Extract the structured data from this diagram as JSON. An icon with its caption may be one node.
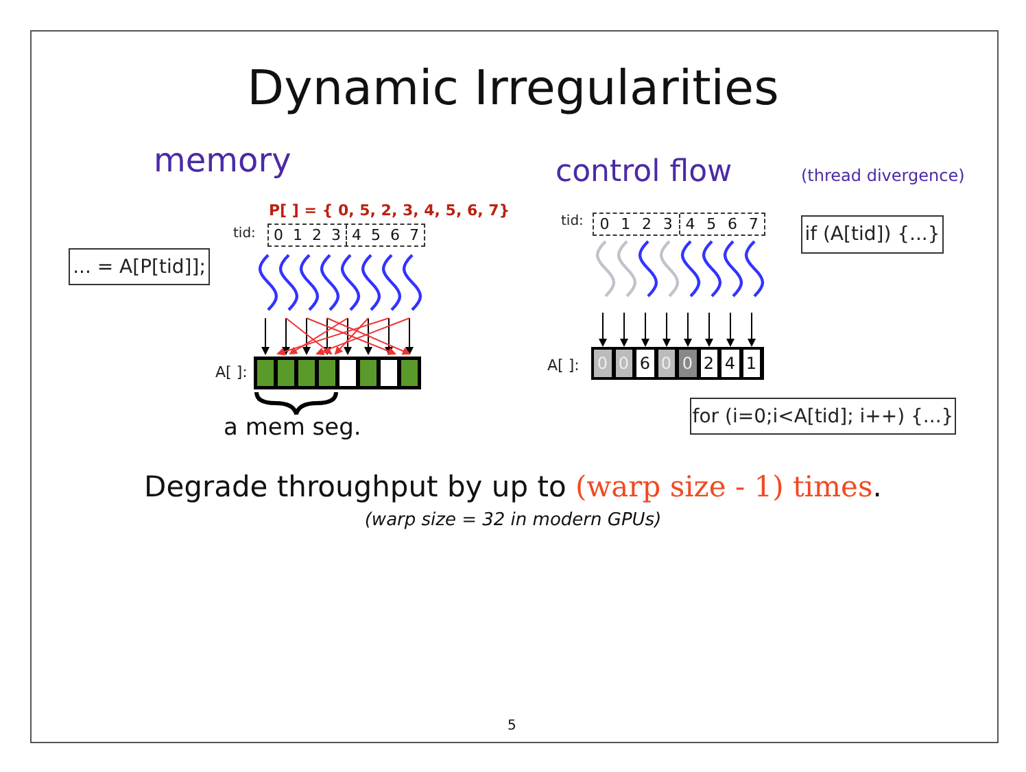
{
  "diagram": {
    "title": "Dynamic Irregularities",
    "nodes": [
      {
        "text": [
          "... = A[P[tid]];"
        ]
      },
      {
        "text": [
          "if (A[tid]) {...}"
        ]
      },
      {
        "text": [
          "for (i=0;i<A[tid]; i++) {...}"
        ]
      }
    ],
    "labels": [
      "memory",
      "control flow",
      "(thread divergence)",
      "P[ ] = { 0, 5, 2, 3, 4, 5, 6, 7}",
      "tid:",
      "0",
      "1",
      "2",
      "3",
      "4",
      "5",
      "6",
      "7",
      "A[ ]:",
      "a mem seg.",
      "tid:",
      "0",
      "1",
      "2",
      "3",
      "4",
      "5",
      "6",
      "7",
      "A[ ]:",
      "0",
      "0",
      "6",
      "0",
      "0",
      "2",
      "4",
      "1",
      "Degrade throughput by up to",
      "(warp size - 1) times",
      ".",
      "(warp size = 32 in modern GPUs)",
      "5"
    ]
  }
}
